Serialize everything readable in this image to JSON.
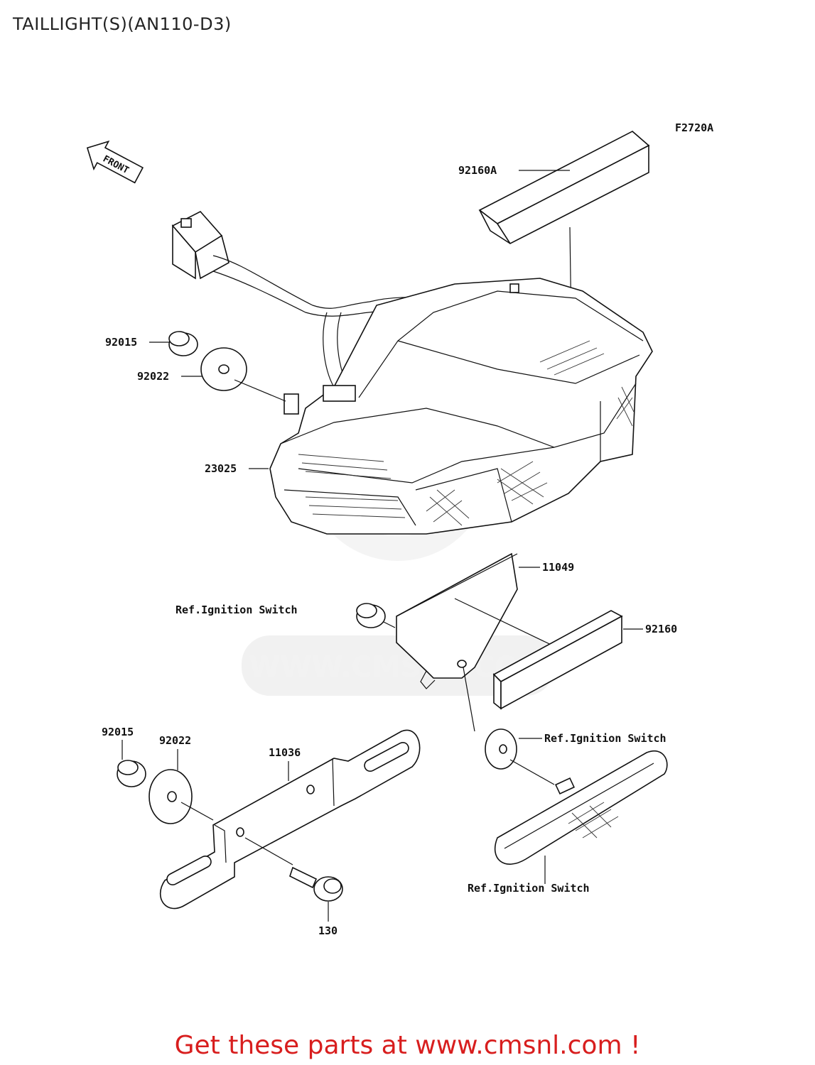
{
  "title": "TAILLIGHT(S)(AN110-D3)",
  "figure_code": "F2720A",
  "front_label": "FRONT",
  "watermark": "WWW.CMSNL.COM",
  "labels": {
    "p92160A": "92160A",
    "p92015_top": "92015",
    "p92022_top": "92022",
    "p23025": "23025",
    "p11049": "11049",
    "ref_ignition_1": "Ref.Ignition Switch",
    "p92160": "92160",
    "p92015_bottom": "92015",
    "p92022_bottom": "92022",
    "p11036": "11036",
    "ref_ignition_2": "Ref.Ignition Switch",
    "p130": "130",
    "ref_ignition_3": "Ref.Ignition Switch"
  },
  "footer": "Get these parts at www.cmsnl.com !"
}
